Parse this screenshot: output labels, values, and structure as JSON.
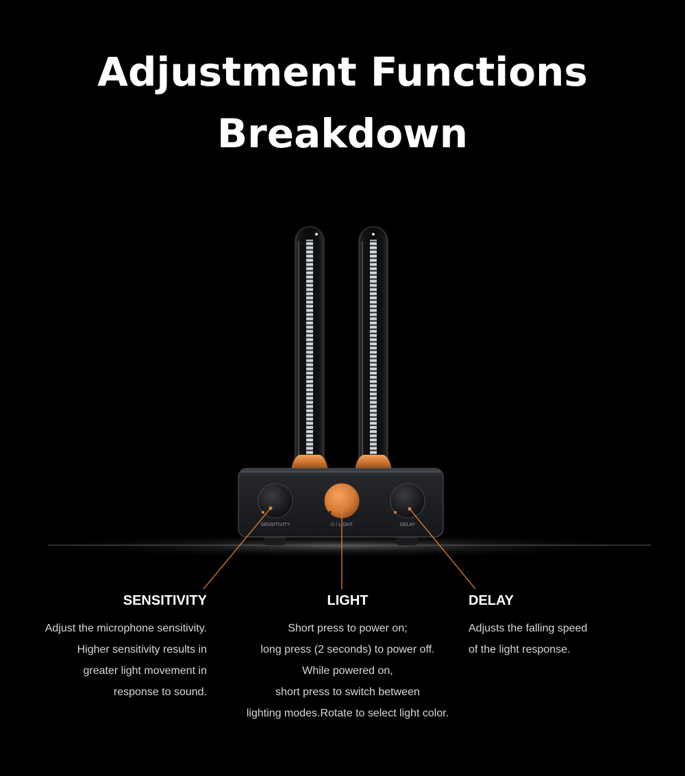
{
  "title": {
    "line1": "Adjustment Functions",
    "line2": "Breakdown"
  },
  "device": {
    "knob_labels": {
      "sensitivity": "SENSITIVITY",
      "light": "⏻ / LIGHT",
      "delay": "DELAY"
    },
    "colors": {
      "accent": "#e0843a",
      "body": "#1e2024",
      "tube_led": "#cfd3d8"
    }
  },
  "callouts": {
    "sensitivity": {
      "heading": "SENSITIVITY",
      "lines": [
        "Adjust the microphone sensitivity.",
        "Higher sensitivity results in",
        "greater light movement in",
        "response to sound."
      ]
    },
    "light": {
      "heading": "LIGHT",
      "lines": [
        "Short press to power on;",
        "long press (2 seconds) to power off.",
        "While powered on,",
        "short press to switch between",
        "lighting modes.Rotate to select light color."
      ]
    },
    "delay": {
      "heading": "DELAY",
      "lines": [
        "Adjusts the falling speed",
        "of the light response."
      ]
    }
  }
}
